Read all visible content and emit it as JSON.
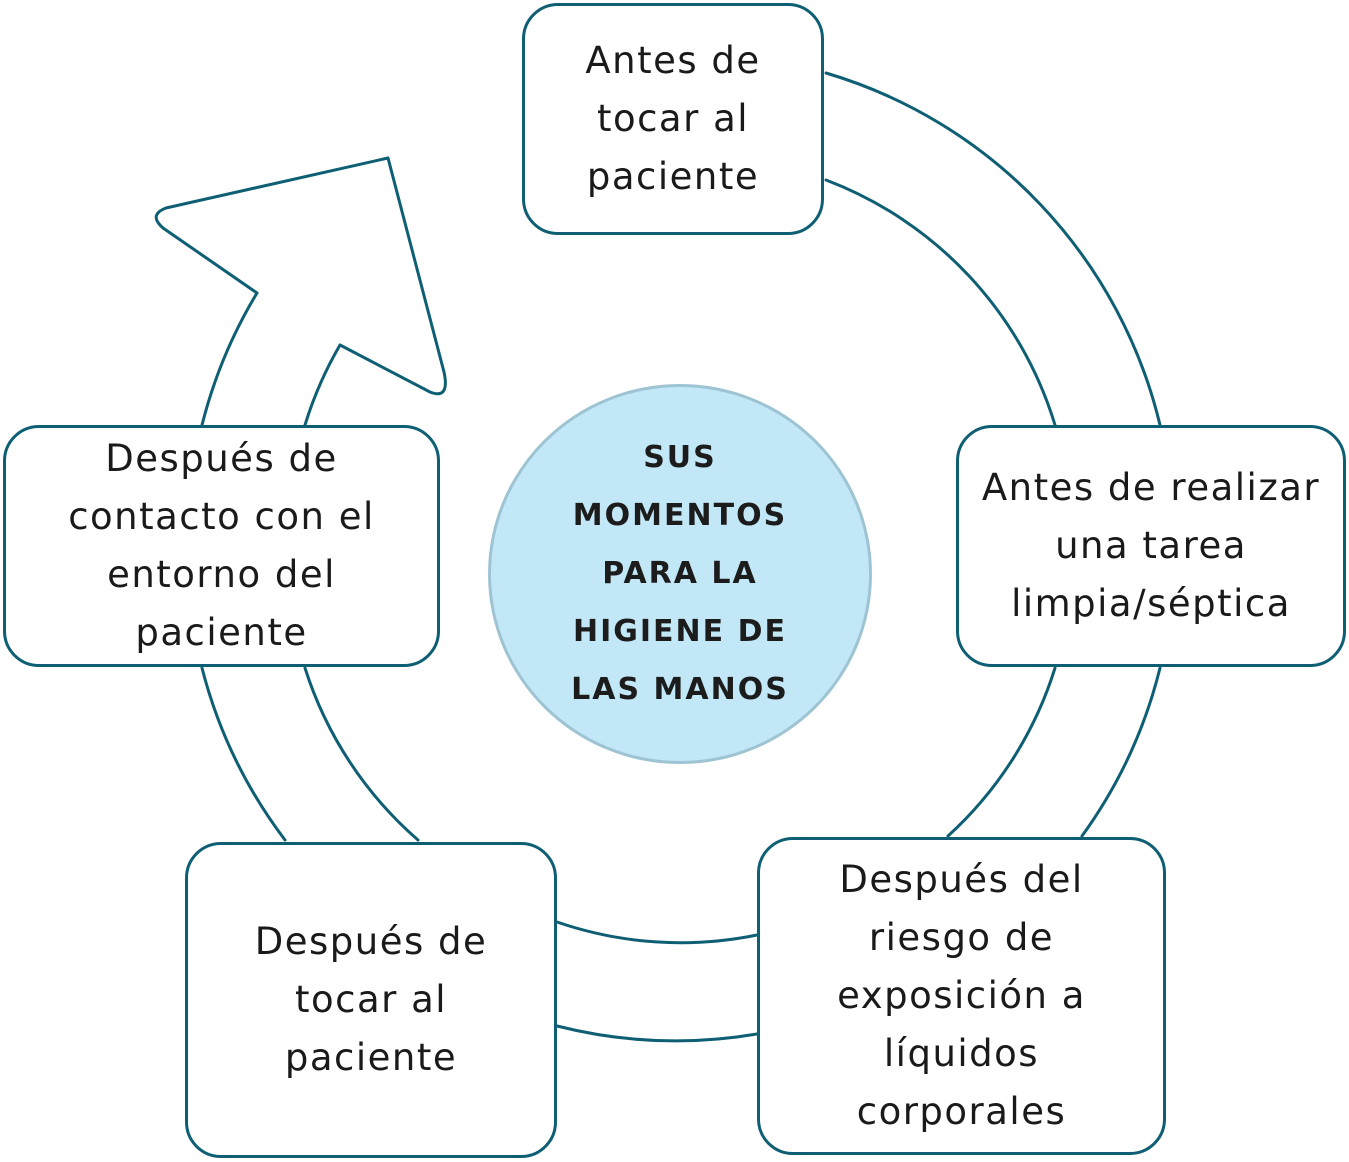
{
  "center": {
    "text": "SUS\nMOMENTOS\nPARA LA\nHIGIENE DE\nLAS MANOS"
  },
  "moments": [
    {
      "id": "antes-tocar",
      "text": "Antes de\ntocar al\npaciente"
    },
    {
      "id": "antes-tarea",
      "text": "Antes de realizar\nuna tarea\nlimpia/séptica"
    },
    {
      "id": "despues-riesgo",
      "text": "Después del\nriesgo de\nexposición a\nlíquidos\ncorporales"
    },
    {
      "id": "despues-tocar",
      "text": "Después de\ntocar al\npaciente"
    },
    {
      "id": "despues-entorno",
      "text": "Después de\ncontacto con el\nentorno del\npaciente"
    }
  ],
  "colors": {
    "stroke": "#0f5f74",
    "center_fill": "#c2e8f8",
    "center_border": "#9ec4d3"
  }
}
